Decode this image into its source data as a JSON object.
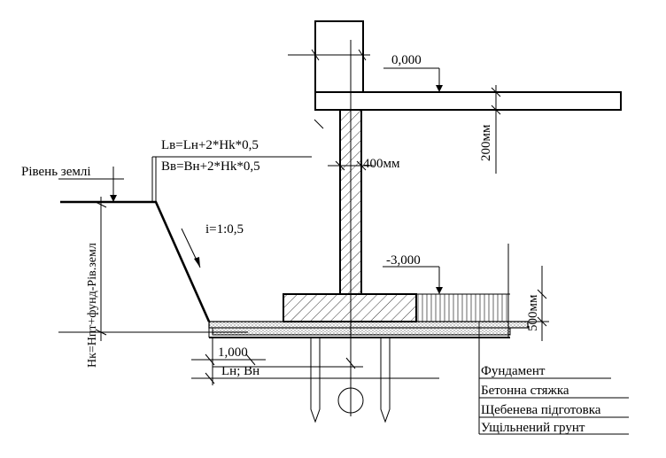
{
  "labels": {
    "level_zero": "0,000",
    "slab_thickness": "200мм",
    "wall_thickness": "400мм",
    "formula_lv": "Lв=Lн+2*Hk*0,5",
    "formula_bv": "Bв=Bн+2*Hk*0,5",
    "ground_level": "Рівень землі",
    "slope": "i=1:0,5",
    "level_minus": "-3,000",
    "footing_height": "500мм",
    "depth_formula": "Hк=Нпт+фунд-Рів.земл",
    "offset": "1,000",
    "base_dims": "Lн; Вн"
  },
  "legend": {
    "items": [
      "Фундамент",
      "Бетонна стяжка",
      "Щебенева підготовка",
      "Ущільнений грунт"
    ]
  }
}
